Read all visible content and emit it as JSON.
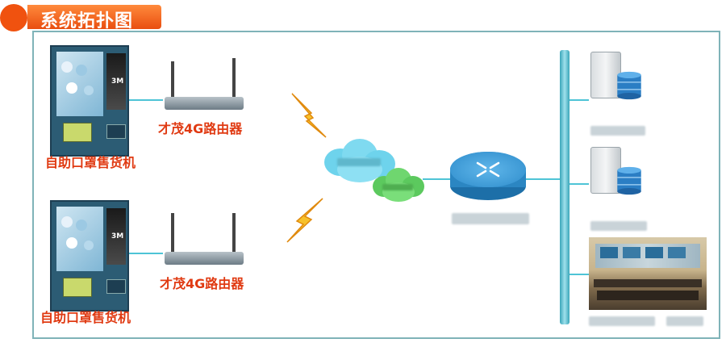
{
  "header": {
    "title": "系统拓扑图"
  },
  "devices": {
    "vending_machine_label_1": "自助口罩售货机",
    "vending_machine_label_2": "自助口罩售货机",
    "router_label_1": "才茂4G路由器",
    "router_label_2": "才茂4G路由器",
    "vm_badge": "3M"
  },
  "colors": {
    "accent_orange": "#f0520f",
    "label_red": "#e03a12",
    "link_cyan": "#4ec4d6",
    "frame_border": "#7fb3b8"
  },
  "icons": [
    "vending-machine-icon",
    "router-icon",
    "lightning-icon",
    "cloud-icon",
    "core-router-icon",
    "server-database-icon",
    "monitoring-room-photo"
  ]
}
